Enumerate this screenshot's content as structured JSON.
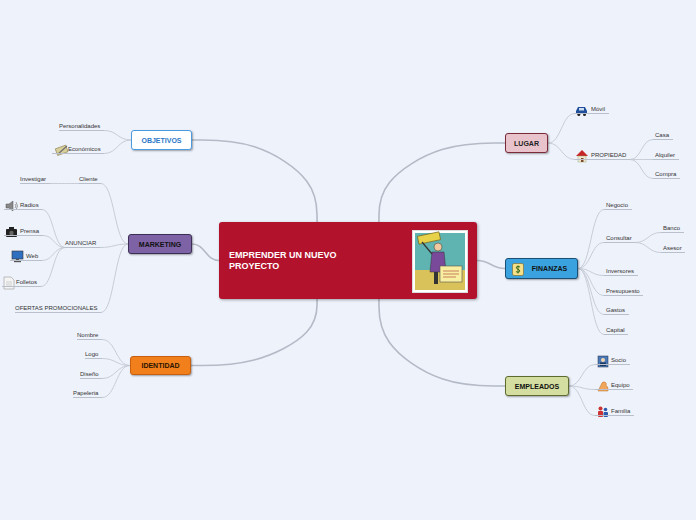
{
  "diagram": {
    "nodes": [
      {
        "text": [
          "EMPRENDER UN NUEVO PROYECTO"
        ]
      },
      {
        "text": [
          "OBJETIVOS"
        ]
      },
      {
        "text": [
          "Personalidades"
        ]
      },
      {
        "text": [
          "Económicos"
        ]
      },
      {
        "text": [
          "MARKETING"
        ]
      },
      {
        "text": [
          "Cliente"
        ]
      },
      {
        "text": [
          "Investigar"
        ]
      },
      {
        "text": [
          "ANUNCIAR"
        ]
      },
      {
        "text": [
          "Radios"
        ]
      },
      {
        "text": [
          "Prensa"
        ]
      },
      {
        "text": [
          "Web"
        ]
      },
      {
        "text": [
          "Folletos"
        ]
      },
      {
        "text": [
          "OFERTAS PROMOCIONALES"
        ]
      },
      {
        "text": [
          "IDENTIDAD"
        ]
      },
      {
        "text": [
          "Nombre"
        ]
      },
      {
        "text": [
          "Logo"
        ]
      },
      {
        "text": [
          "Diseño"
        ]
      },
      {
        "text": [
          "Papeleria"
        ]
      },
      {
        "text": [
          "LUGAR"
        ]
      },
      {
        "text": [
          "Móvil"
        ]
      },
      {
        "text": [
          "PROPIEDAD"
        ]
      },
      {
        "text": [
          "Casa"
        ]
      },
      {
        "text": [
          "Alquiler"
        ]
      },
      {
        "text": [
          "Compra"
        ]
      },
      {
        "text": [
          "FINANZAS"
        ]
      },
      {
        "text": [
          "Negocio"
        ]
      },
      {
        "text": [
          "Consultar"
        ]
      },
      {
        "text": [
          "Banco"
        ]
      },
      {
        "text": [
          "Asesor"
        ]
      },
      {
        "text": [
          "Inversores"
        ]
      },
      {
        "text": [
          "Presupuesto"
        ]
      },
      {
        "text": [
          "Gastos"
        ]
      },
      {
        "text": [
          "Capital"
        ]
      },
      {
        "text": [
          "EMPLEADOS"
        ]
      },
      {
        "text": [
          "Socio"
        ]
      },
      {
        "text": [
          "Equipo"
        ]
      },
      {
        "text": [
          "Familia"
        ]
      }
    ],
    "edges": [
      {
        "from": 0,
        "to": 1,
        "arrow": "none"
      },
      {
        "from": 1,
        "to": 2,
        "arrow": "none"
      },
      {
        "from": 1,
        "to": 3,
        "arrow": "none"
      },
      {
        "from": 0,
        "to": 4,
        "arrow": "none"
      },
      {
        "from": 4,
        "to": 5,
        "arrow": "none"
      },
      {
        "from": 5,
        "to": 6,
        "arrow": "none"
      },
      {
        "from": 4,
        "to": 7,
        "arrow": "none"
      },
      {
        "from": 7,
        "to": 8,
        "arrow": "none"
      },
      {
        "from": 7,
        "to": 9,
        "arrow": "none"
      },
      {
        "from": 7,
        "to": 10,
        "arrow": "none"
      },
      {
        "from": 7,
        "to": 11,
        "arrow": "none"
      },
      {
        "from": 4,
        "to": 12,
        "arrow": "none"
      },
      {
        "from": 0,
        "to": 13,
        "arrow": "none"
      },
      {
        "from": 13,
        "to": 14,
        "arrow": "none"
      },
      {
        "from": 13,
        "to": 15,
        "arrow": "none"
      },
      {
        "from": 13,
        "to": 16,
        "arrow": "none"
      },
      {
        "from": 13,
        "to": 17,
        "arrow": "none"
      },
      {
        "from": 0,
        "to": 18,
        "arrow": "none"
      },
      {
        "from": 18,
        "to": 19,
        "arrow": "none"
      },
      {
        "from": 18,
        "to": 20,
        "arrow": "none"
      },
      {
        "from": 20,
        "to": 21,
        "arrow": "none"
      },
      {
        "from": 20,
        "to": 22,
        "arrow": "none"
      },
      {
        "from": 20,
        "to": 23,
        "arrow": "none"
      },
      {
        "from": 0,
        "to": 24,
        "arrow": "none"
      },
      {
        "from": 24,
        "to": 25,
        "arrow": "none"
      },
      {
        "from": 24,
        "to": 26,
        "arrow": "none"
      },
      {
        "from": 26,
        "to": 27,
        "arrow": "none"
      },
      {
        "from": 26,
        "to": 28,
        "arrow": "none"
      },
      {
        "from": 24,
        "to": 29,
        "arrow": "none"
      },
      {
        "from": 24,
        "to": 30,
        "arrow": "none"
      },
      {
        "from": 24,
        "to": 31,
        "arrow": "none"
      },
      {
        "from": 24,
        "to": 32,
        "arrow": "none"
      },
      {
        "from": 0,
        "to": 33,
        "arrow": "none"
      },
      {
        "from": 33,
        "to": 34,
        "arrow": "none"
      },
      {
        "from": 33,
        "to": 35,
        "arrow": "none"
      },
      {
        "from": 33,
        "to": 36,
        "arrow": "none"
      }
    ]
  }
}
